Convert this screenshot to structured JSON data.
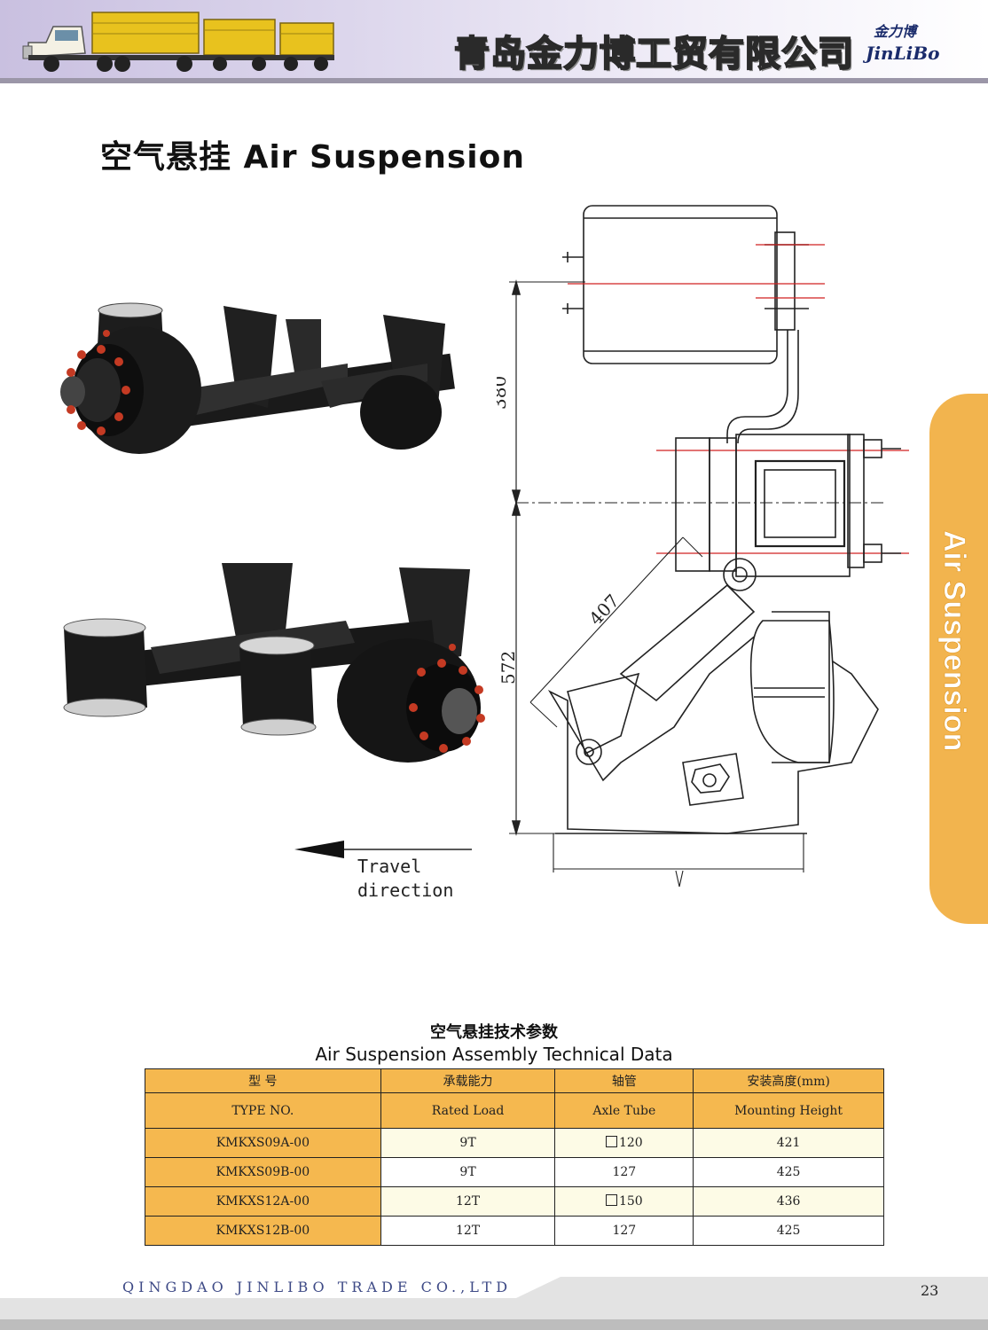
{
  "header": {
    "company_cn": "青岛金力博工贸有限公司",
    "logo_cn": "金力博",
    "logo_en": "JinLiBo"
  },
  "page_title": "空气悬挂  Air Suspension",
  "side_tab": "Air Suspension",
  "drawing": {
    "dim_380": "380",
    "dim_572": "572",
    "dim_407": "407"
  },
  "travel": {
    "line1": "Travel",
    "line2": "direction"
  },
  "table": {
    "title_cn": "空气悬挂技术参数",
    "title_en": "Air Suspension Assembly Technical Data",
    "headers_cn": [
      "型  号",
      "承载能力",
      "轴管",
      "安装高度(mm)"
    ],
    "headers_en": [
      "TYPE NO.",
      "Rated Load",
      "Axle Tube",
      "Mounting Height"
    ],
    "rows": [
      {
        "type": "KMKXS09A-00",
        "load": "9T",
        "tube": "120",
        "tube_square": true,
        "height": "421"
      },
      {
        "type": "KMKXS09B-00",
        "load": "9T",
        "tube": "127",
        "tube_square": false,
        "height": "425"
      },
      {
        "type": "KMKXS12A-00",
        "load": "12T",
        "tube": "150",
        "tube_square": true,
        "height": "436"
      },
      {
        "type": "KMKXS12B-00",
        "load": "12T",
        "tube": "127",
        "tube_square": false,
        "height": "425"
      }
    ]
  },
  "footer": {
    "company_en": "QINGDAO JINLIBO TRADE CO.,LTD",
    "page_number": "23"
  },
  "colors": {
    "orange": "#f5b84f",
    "header_lavender": "#c9c0e0",
    "footer_text": "#3e4a86"
  }
}
